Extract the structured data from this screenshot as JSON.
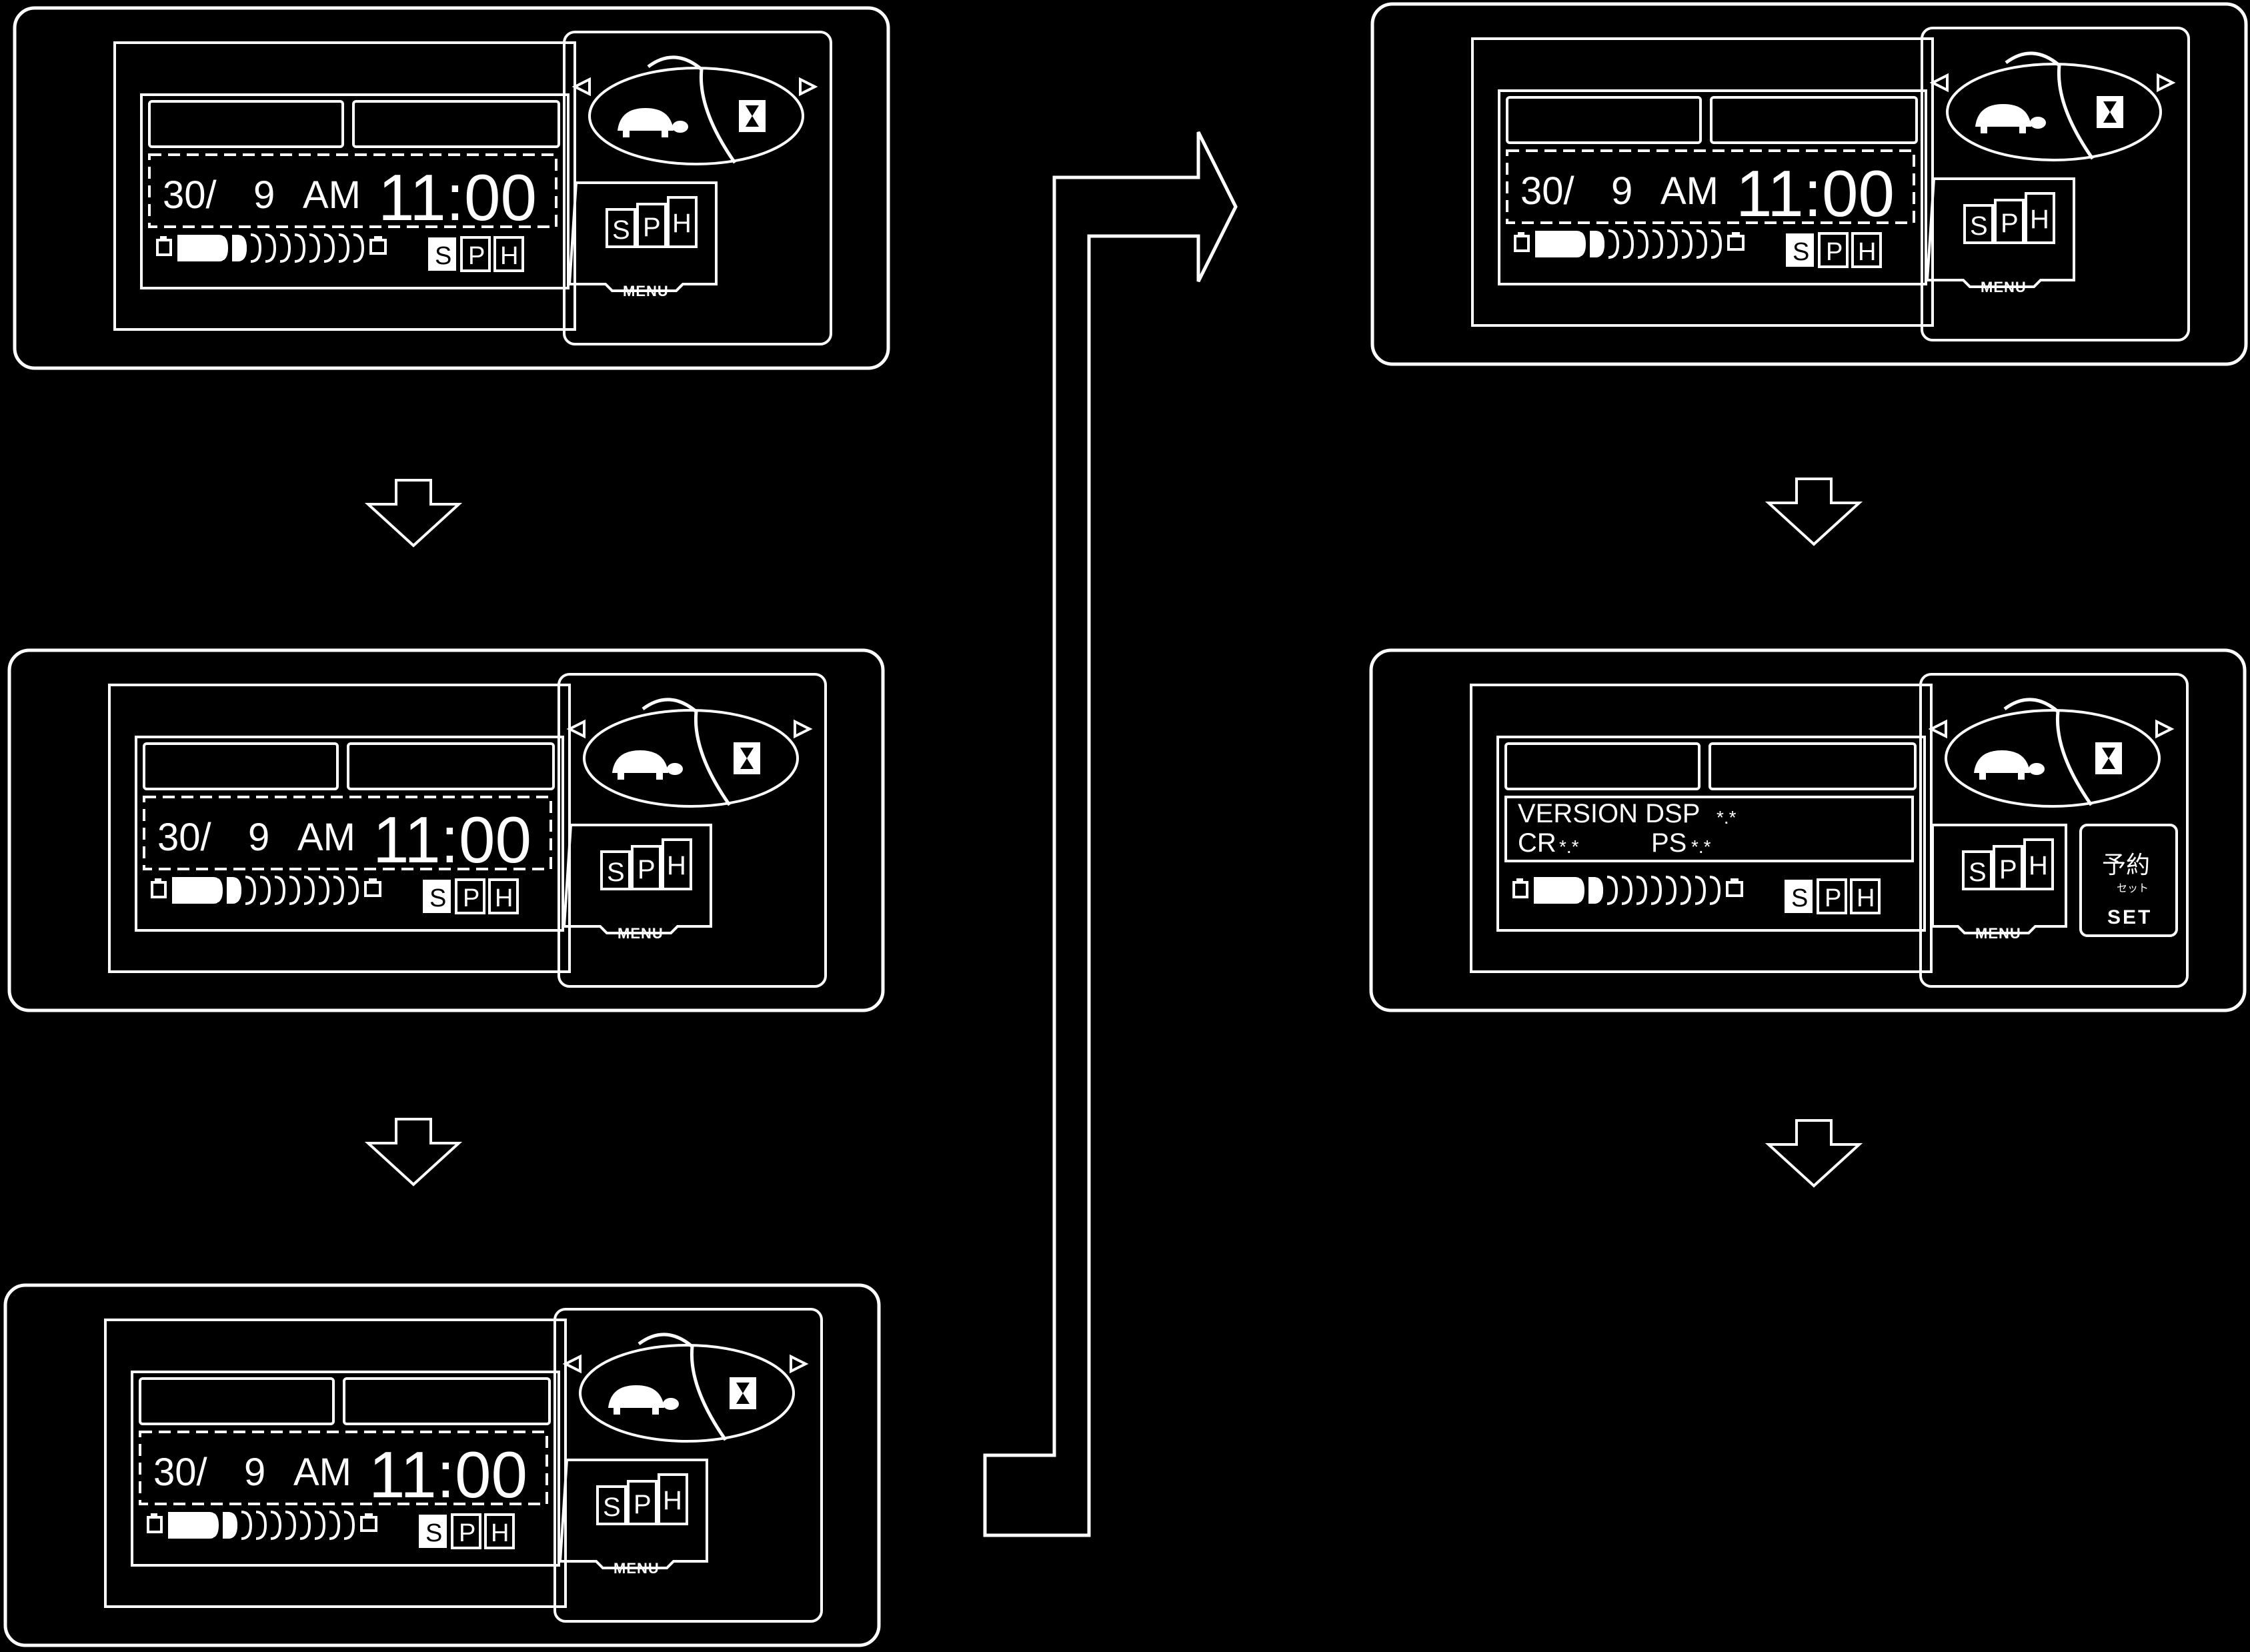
{
  "display": {
    "date_day": "30/",
    "date_month": "9",
    "meridiem": "AM",
    "clock": "11:00"
  },
  "keys": {
    "mode_letters": [
      "S",
      "P",
      "H"
    ],
    "menu_label": "MENU"
  },
  "version_screen": {
    "line1_label": "VERSION DSP",
    "line1_value": "*.*",
    "line2_cr_label": "CR",
    "line2_cr_value": "*.*",
    "line2_ps_label": "PS",
    "line2_ps_value": "*.*"
  },
  "set_button": {
    "jp_label": "予約",
    "jp_reading": "セット",
    "label": "SET"
  },
  "icons": [
    "turtle-icon",
    "hourglass-icon",
    "battery-icon"
  ],
  "colors": {
    "background": "#000000",
    "line": "#ffffff"
  }
}
